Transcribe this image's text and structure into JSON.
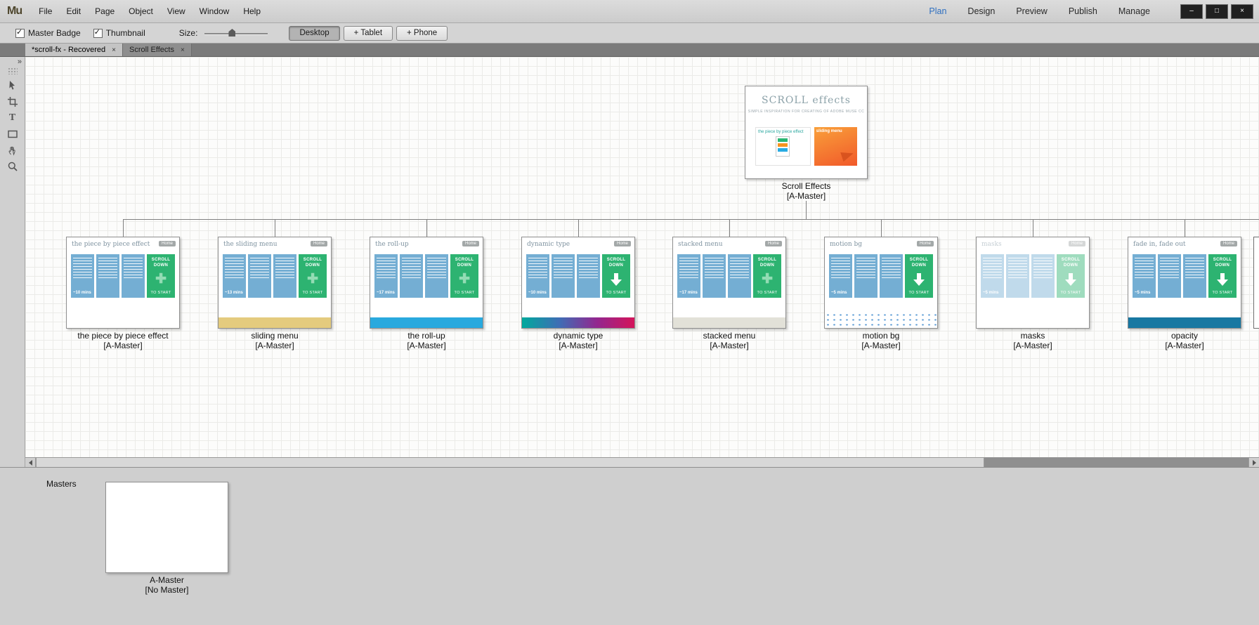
{
  "titlebar": {
    "logo": "Mu",
    "menus": [
      "File",
      "Edit",
      "Page",
      "Object",
      "View",
      "Window",
      "Help"
    ],
    "modes": [
      {
        "label": "Plan",
        "active": true
      },
      {
        "label": "Design",
        "active": false
      },
      {
        "label": "Preview",
        "active": false
      },
      {
        "label": "Publish",
        "active": false
      },
      {
        "label": "Manage",
        "active": false
      }
    ],
    "window_controls": {
      "minimize": "–",
      "maximize": "□",
      "close": "×"
    }
  },
  "toolbar": {
    "checkboxes": [
      {
        "label": "Master Badge",
        "checked": true
      },
      {
        "label": "Thumbnail",
        "checked": true
      }
    ],
    "size_label": "Size:",
    "view_buttons": [
      {
        "label": "Desktop",
        "active": true
      },
      {
        "label": "+ Tablet",
        "active": false
      },
      {
        "label": "+ Phone",
        "active": false
      }
    ]
  },
  "tabs": [
    {
      "label": "*scroll-fx - Recovered",
      "close": "×",
      "active": true
    },
    {
      "label": "Scroll Effects",
      "close": "×",
      "active": false
    }
  ],
  "tools_expander": "»",
  "tools": [
    "selection",
    "crop",
    "text",
    "rectangle",
    "hand",
    "zoom"
  ],
  "plan": {
    "home": {
      "label": "Scroll Effects",
      "master": "[A-Master]",
      "thumb_title": "SCROLL  effects",
      "thumb_subtitle": "SIMPLE INSPIRATION FOR CREATING OF ADOBE MUSE CC",
      "left_panel_title": "the piece by piece effect",
      "right_panel_title": "sliding menu"
    },
    "children": [
      {
        "label": "the piece by piece effect",
        "master": "[A-Master]",
        "thumb_title": "the piece by piece effect",
        "badge": "Home",
        "time": "~10 mins",
        "scroll_text": "SCROLL DOWN",
        "start_text": "TO START",
        "marker": "plus",
        "accent": "none",
        "faded": false
      },
      {
        "label": "sliding menu",
        "master": "[A-Master]",
        "thumb_title": "the sliding menu",
        "badge": "Home",
        "time": "~13 mins",
        "scroll_text": "SCROLL DOWN",
        "start_text": "TO START",
        "marker": "plus",
        "accent": "#e4cb7e",
        "faded": false
      },
      {
        "label": "the roll-up",
        "master": "[A-Master]",
        "thumb_title": "the roll-up",
        "badge": "Home",
        "time": "~17 mins",
        "scroll_text": "SCROLL DOWN",
        "start_text": "TO START",
        "marker": "plus",
        "accent": "#29a9de",
        "faded": false
      },
      {
        "label": "dynamic type",
        "master": "[A-Master]",
        "thumb_title": "dynamic type",
        "badge": "Home",
        "time": "~10 mins",
        "scroll_text": "SCROLL DOWN",
        "start_text": "TO START",
        "marker": "arrow",
        "accent": "linear-gradient(90deg, #00a99d, #3f6db5, #93278f, #d4145a)",
        "faded": false
      },
      {
        "label": "stacked menu",
        "master": "[A-Master]",
        "thumb_title": "stacked menu",
        "badge": "Home",
        "time": "~17 mins",
        "scroll_text": "SCROLL DOWN",
        "start_text": "TO START",
        "marker": "plus",
        "accent": "#e2e1d8",
        "faded": false
      },
      {
        "label": "motion bg",
        "master": "[A-Master]",
        "thumb_title": "motion bg",
        "badge": "Home",
        "time": "~5 mins",
        "scroll_text": "SCROLL DOWN",
        "start_text": "TO START",
        "marker": "arrow",
        "accent": "dots",
        "dot_color": "#5b9bd5",
        "faded": false
      },
      {
        "label": "masks",
        "master": "[A-Master]",
        "thumb_title": "masks",
        "badge": "Home",
        "time": "~5 mins",
        "scroll_text": "SCROLL DOWN",
        "start_text": "TO START",
        "marker": "arrow",
        "accent": "none",
        "faded": true
      },
      {
        "label": "opacity",
        "master": "[A-Master]",
        "thumb_title": "fade in, fade out",
        "badge": "Home",
        "time": "~5 mins",
        "scroll_text": "SCROLL DOWN",
        "start_text": "TO START",
        "marker": "arrow",
        "accent": "#1878a2",
        "faded": false
      }
    ]
  },
  "masters": {
    "label": "Masters",
    "items": [
      {
        "label": "A-Master",
        "master": "[No Master]"
      }
    ]
  },
  "colors": {
    "mode_active_blue": "#2e6fc0",
    "thumb_green": "#2db371",
    "thumb_panel_blue": "#74aed3",
    "tab_bar_gray": "#7b7b7b"
  }
}
